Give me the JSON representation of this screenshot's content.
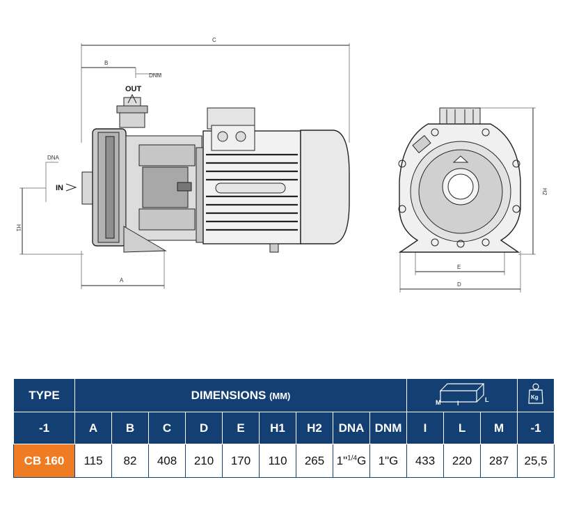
{
  "drawing": {
    "dims": {
      "c": "C",
      "b": "B",
      "dnm": "DNM",
      "out": "OUT",
      "dna": "DNA",
      "in": "IN",
      "h1": "H1",
      "a": "A",
      "h2": "H2",
      "e": "E",
      "d": "D"
    }
  },
  "table": {
    "type_header": "TYPE",
    "dimensions_header": "DIMENSIONS",
    "dimensions_unit": "(MM)",
    "packaging_icon": "box-dimensions-icon",
    "weight_icon": "weight-kg-icon",
    "weight_icon_text": "Kg",
    "box_labels": {
      "m": "M",
      "i": "I",
      "l": "L"
    },
    "colors": {
      "header_bg": "#133f72",
      "model_bg": "#ef7b22"
    },
    "columns": {
      "type": "-1",
      "a": "A",
      "b": "B",
      "c": "C",
      "d": "D",
      "e": "E",
      "h1": "H1",
      "h2": "H2",
      "dna": "DNA",
      "dnm": "DNM",
      "i": "I",
      "l": "L",
      "m": "M",
      "weight": "-1"
    },
    "row": {
      "model": "CB 160",
      "a": "115",
      "b": "82",
      "c": "408",
      "d": "210",
      "e": "170",
      "h1": "110",
      "h2": "265",
      "dna_main": "1\"",
      "dna_sup": "1/4",
      "dna_suffix": "G",
      "dnm": "1\"G",
      "i": "433",
      "l": "220",
      "m": "287",
      "weight": "25,5"
    }
  }
}
